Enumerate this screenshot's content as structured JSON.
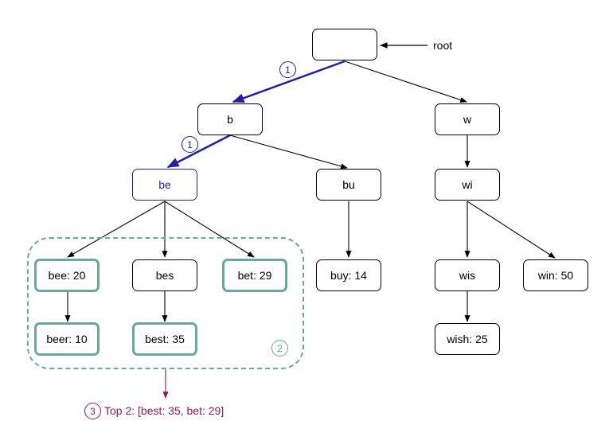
{
  "colors": {
    "edge": "#000000",
    "path": "#1f1fa8",
    "group": "#67a99a",
    "result": "#8c1a5c"
  },
  "nodes": {
    "root": "",
    "b": "b",
    "w": "w",
    "be": "be",
    "bu": "bu",
    "wi": "wi",
    "bee": "bee: 20",
    "bes": "bes",
    "bet": "bet: 29",
    "buy": "buy: 14",
    "wis": "wis",
    "win": "win: 50",
    "beer": "beer: 10",
    "best": "best: 35",
    "wish": "wish: 25"
  },
  "labels": {
    "root_pointer": "root",
    "result": "Top 2: [best: 35, bet: 29]"
  },
  "steps": {
    "step1": "1",
    "step2": "2",
    "step3": "3"
  }
}
